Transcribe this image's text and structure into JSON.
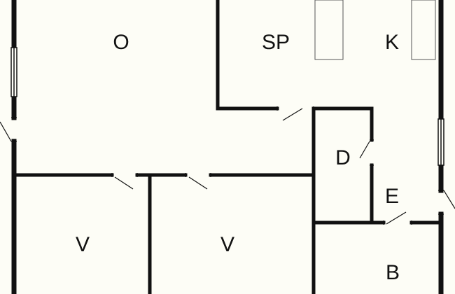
{
  "floorplan": {
    "colors": {
      "wall": "#111111",
      "floor": "#fdfdf6",
      "fixture": "#555555"
    },
    "rooms": [
      {
        "id": "o",
        "label": "O"
      },
      {
        "id": "sp",
        "label": "SP"
      },
      {
        "id": "k",
        "label": "K"
      },
      {
        "id": "d",
        "label": "D"
      },
      {
        "id": "e",
        "label": "E"
      },
      {
        "id": "v1",
        "label": "V"
      },
      {
        "id": "v2",
        "label": "V"
      },
      {
        "id": "b",
        "label": "B"
      }
    ]
  }
}
